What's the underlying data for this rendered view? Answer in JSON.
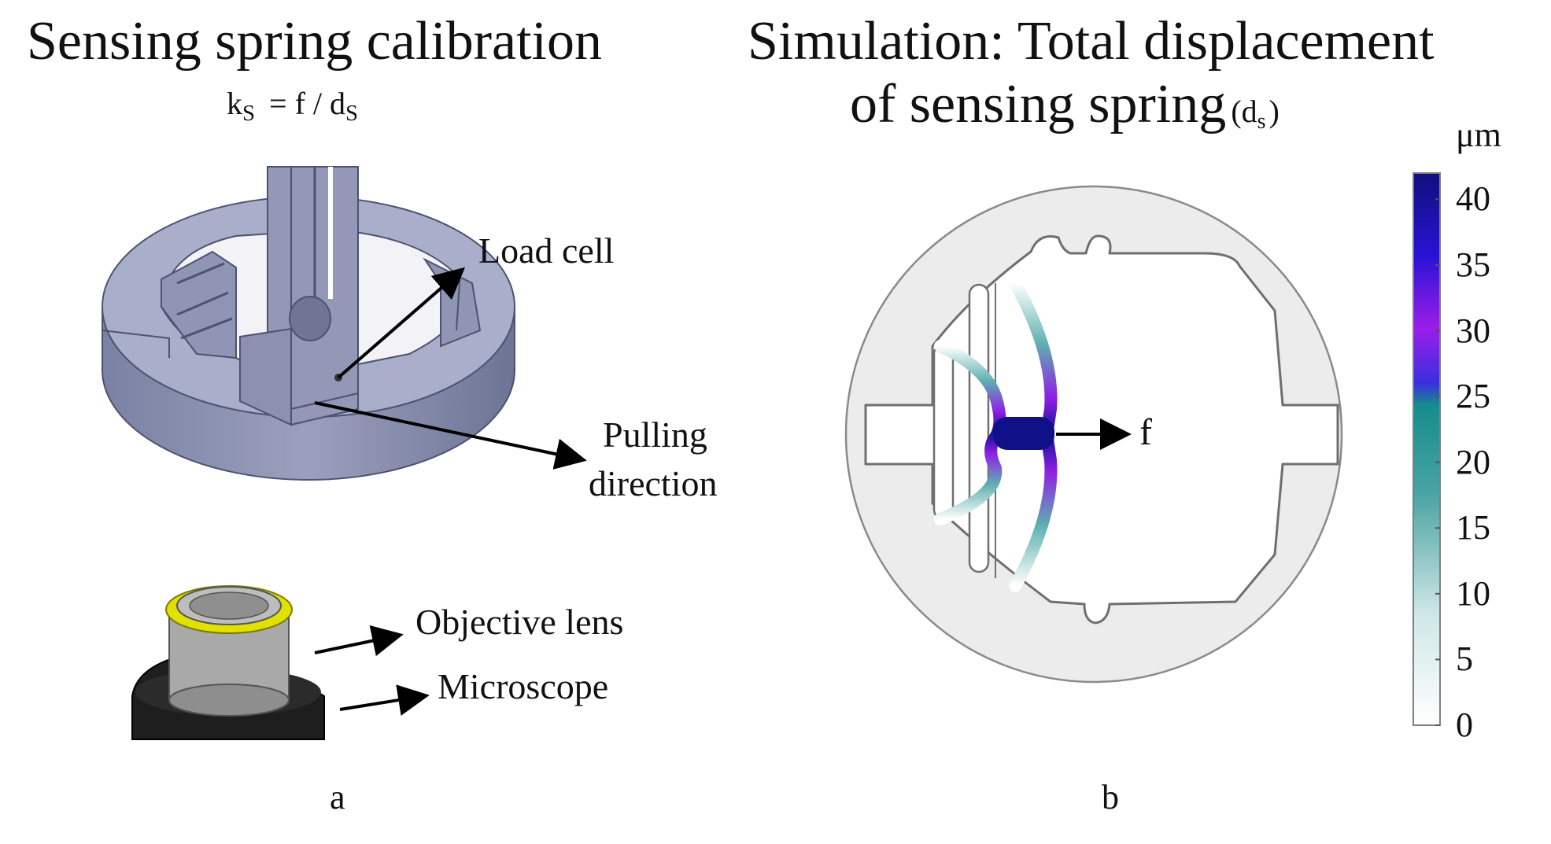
{
  "panel_a": {
    "title": "Sensing spring calibration",
    "formula_k": "k",
    "formula_k_sub": "S",
    "formula_rhs": "= f / d",
    "formula_rhs_sub": "S",
    "labels": {
      "load_cell": "Load cell",
      "pulling_1": "Pulling",
      "pulling_2": "direction",
      "objective": "Objective lens",
      "microscope": "Microscope"
    },
    "letter": "a"
  },
  "panel_b": {
    "title_line1": "Simulation: Total displacement",
    "title_line2": "of sensing spring",
    "title_paren_open": "(",
    "title_var": "d",
    "title_var_sub": "s",
    "title_paren_close": ")",
    "force_label": "f",
    "letter": "b",
    "colorbar": {
      "unit": "μm",
      "ticks": [
        "40",
        "35",
        "30",
        "25",
        "20",
        "15",
        "10",
        "5",
        "0"
      ],
      "min": 0,
      "max": 42,
      "colors": [
        "#ffffff",
        "#b6dcdc",
        "#4aa0a0",
        "#158c8c",
        "#8a1ee6",
        "#2f12d8",
        "#10107e"
      ]
    }
  }
}
